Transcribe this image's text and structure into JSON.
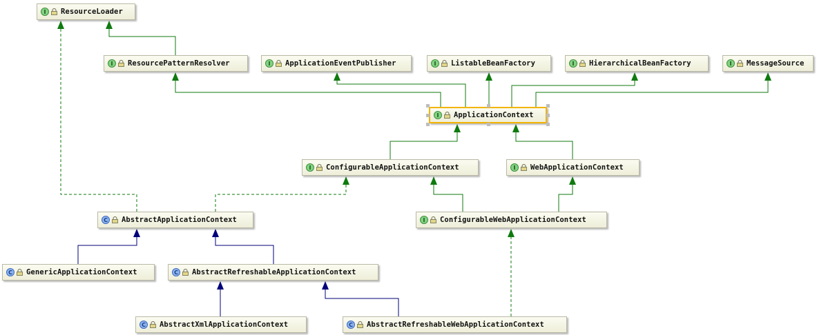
{
  "diagram": {
    "nodes": [
      {
        "id": "ResourceLoader",
        "label": "ResourceLoader",
        "kind": "interface",
        "badge": "I"
      },
      {
        "id": "ResourcePatternResolver",
        "label": "ResourcePatternResolver",
        "kind": "interface",
        "badge": "I"
      },
      {
        "id": "ApplicationEventPublisher",
        "label": "ApplicationEventPublisher",
        "kind": "interface",
        "badge": "I"
      },
      {
        "id": "ListableBeanFactory",
        "label": "ListableBeanFactory",
        "kind": "interface",
        "badge": "I"
      },
      {
        "id": "HierarchicalBeanFactory",
        "label": "HierarchicalBeanFactory",
        "kind": "interface",
        "badge": "I"
      },
      {
        "id": "MessageSource",
        "label": "MessageSource",
        "kind": "interface",
        "badge": "I"
      },
      {
        "id": "ApplicationContext",
        "label": "ApplicationContext",
        "kind": "interface",
        "badge": "I",
        "selected": true
      },
      {
        "id": "ConfigurableApplicationContext",
        "label": "ConfigurableApplicationContext",
        "kind": "interface",
        "badge": "I"
      },
      {
        "id": "WebApplicationContext",
        "label": "WebApplicationContext",
        "kind": "interface",
        "badge": "I"
      },
      {
        "id": "AbstractApplicationContext",
        "label": "AbstractApplicationContext",
        "kind": "abstract",
        "badge": "C"
      },
      {
        "id": "ConfigurableWebApplicationContext",
        "label": "ConfigurableWebApplicationContext",
        "kind": "interface",
        "badge": "I"
      },
      {
        "id": "GenericApplicationContext",
        "label": "GenericApplicationContext",
        "kind": "class",
        "badge": "C"
      },
      {
        "id": "AbstractRefreshableApplicationContext",
        "label": "AbstractRefreshableApplicationContext",
        "kind": "abstract",
        "badge": "C"
      },
      {
        "id": "AbstractXmlApplicationContext",
        "label": "AbstractXmlApplicationContext",
        "kind": "abstract",
        "badge": "C"
      },
      {
        "id": "AbstractRefreshableWebApplicationContext",
        "label": "AbstractRefreshableWebApplicationContext",
        "kind": "abstract",
        "badge": "C"
      }
    ],
    "edges": [
      {
        "from": "ResourcePatternResolver",
        "to": "ResourceLoader",
        "type": "extends-interface"
      },
      {
        "from": "ApplicationContext",
        "to": "ResourcePatternResolver",
        "type": "extends-interface"
      },
      {
        "from": "ApplicationContext",
        "to": "ApplicationEventPublisher",
        "type": "extends-interface"
      },
      {
        "from": "ApplicationContext",
        "to": "ListableBeanFactory",
        "type": "extends-interface"
      },
      {
        "from": "ApplicationContext",
        "to": "HierarchicalBeanFactory",
        "type": "extends-interface"
      },
      {
        "from": "ApplicationContext",
        "to": "MessageSource",
        "type": "extends-interface"
      },
      {
        "from": "ConfigurableApplicationContext",
        "to": "ApplicationContext",
        "type": "extends-interface"
      },
      {
        "from": "WebApplicationContext",
        "to": "ApplicationContext",
        "type": "extends-interface"
      },
      {
        "from": "ConfigurableWebApplicationContext",
        "to": "ConfigurableApplicationContext",
        "type": "extends-interface"
      },
      {
        "from": "ConfigurableWebApplicationContext",
        "to": "WebApplicationContext",
        "type": "extends-interface"
      },
      {
        "from": "AbstractApplicationContext",
        "to": "ResourceLoader",
        "type": "implements"
      },
      {
        "from": "AbstractApplicationContext",
        "to": "ConfigurableApplicationContext",
        "type": "implements"
      },
      {
        "from": "GenericApplicationContext",
        "to": "AbstractApplicationContext",
        "type": "extends-class"
      },
      {
        "from": "AbstractRefreshableApplicationContext",
        "to": "AbstractApplicationContext",
        "type": "extends-class"
      },
      {
        "from": "AbstractXmlApplicationContext",
        "to": "AbstractRefreshableApplicationContext",
        "type": "extends-class"
      },
      {
        "from": "AbstractRefreshableWebApplicationContext",
        "to": "AbstractRefreshableApplicationContext",
        "type": "extends-class"
      },
      {
        "from": "AbstractRefreshableWebApplicationContext",
        "to": "ConfigurableWebApplicationContext",
        "type": "implements"
      }
    ],
    "colors": {
      "interface_edge": "#0f7a0f",
      "class_edge": "#00007a",
      "selection": "#f3b400"
    }
  }
}
